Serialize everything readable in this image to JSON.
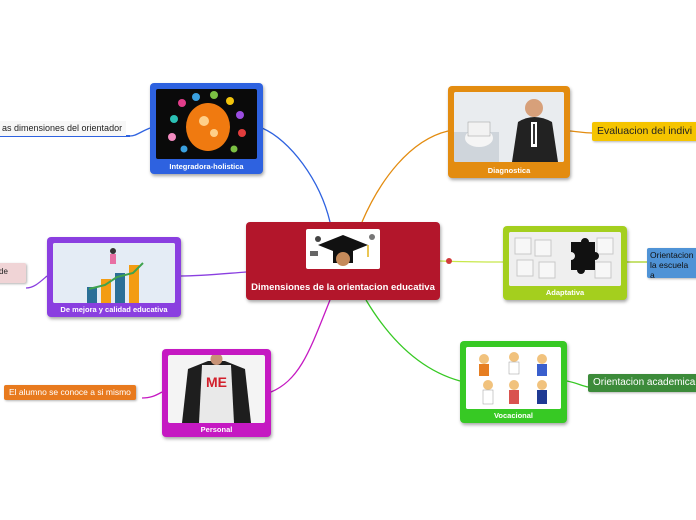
{
  "center": {
    "label": "Dimensiones de la orientacion educativa",
    "color": "#b3162b"
  },
  "branches": [
    {
      "id": "integradora",
      "label": "Integradora-holistica",
      "color": "#2e62e0",
      "image": "brain-icon",
      "leaf": "as dimensiones del orientador"
    },
    {
      "id": "diagnostica",
      "label": "Diagnostica",
      "color": "#e38c10",
      "image": "doctor-photo",
      "leaf": "Evaluacion del indivi"
    },
    {
      "id": "mejora",
      "label": "De mejora y calidad educativa",
      "color": "#8a3fe0",
      "image": "growth-chart",
      "leaf": "de"
    },
    {
      "id": "adaptativa",
      "label": "Adaptativa",
      "color": "#a4cf1e",
      "image": "puzzle-icon",
      "leaf": "Orientacion la escuela a"
    },
    {
      "id": "personal",
      "label": "Personal",
      "color": "#c519c2",
      "image": "superhero-shirt",
      "leaf": "El alumno se conoce a si mismo"
    },
    {
      "id": "vocacional",
      "label": "Vocacional",
      "color": "#37c924",
      "image": "professions-icon",
      "leaf": "Orientacion academica"
    }
  ],
  "leaf_colors": {
    "integradora": "#2e62e0",
    "diagnostica": "#f5c400",
    "mejora": "#e8c9cc",
    "adaptativa": "#4f93d6",
    "personal": "#e87a1e",
    "vocacional": "#3c8b3a"
  }
}
